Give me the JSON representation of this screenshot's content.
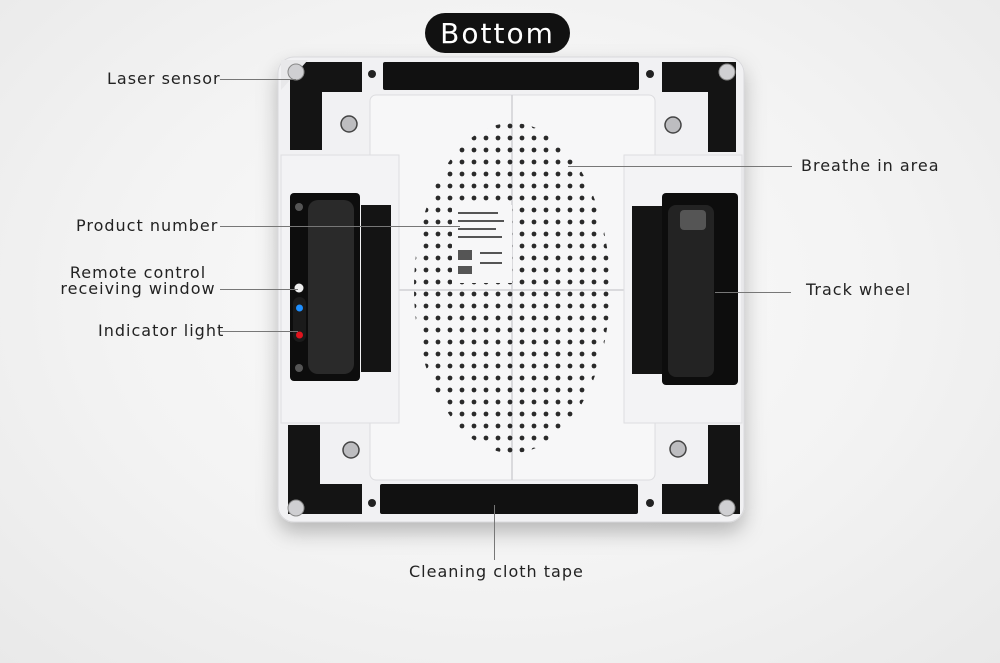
{
  "title": "Bottom",
  "labels": {
    "laser_sensor": "Laser sensor",
    "product_number": "Product number",
    "remote_line1": "Remote control",
    "remote_line2": "receiving window",
    "indicator_light": "Indicator light",
    "breathe_in_area": "Breathe in area",
    "track_wheel": "Track wheel",
    "cleaning_cloth_tape": "Cleaning cloth tape"
  },
  "colors": {
    "body": "#f2f2f4",
    "pads": "#111111",
    "indicator_blue": "#1e8fff",
    "indicator_red": "#e0141e"
  }
}
